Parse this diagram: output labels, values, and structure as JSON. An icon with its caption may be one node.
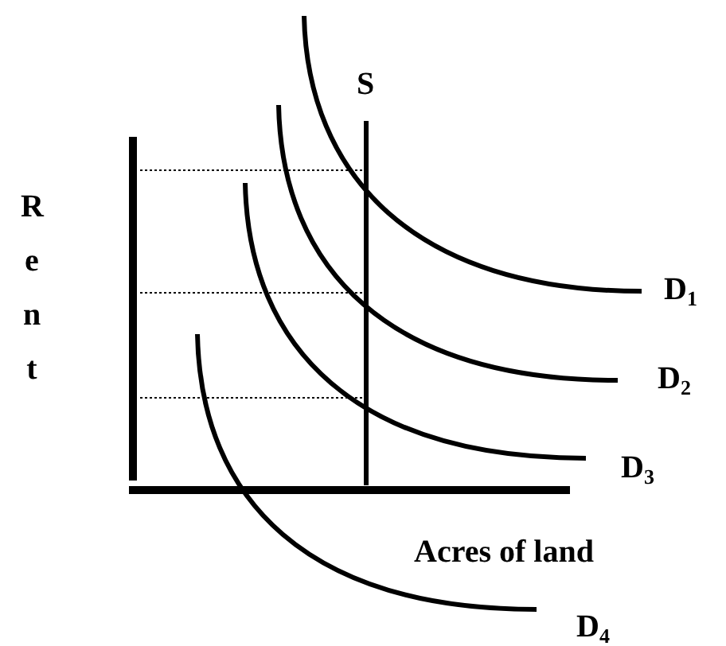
{
  "diagram": {
    "labels": [
      "S",
      "Rent",
      "D$_{1}$",
      "D$_{2}$",
      "D$_{3}$",
      "Acres of land",
      "D$_{4}$"
    ]
  }
}
